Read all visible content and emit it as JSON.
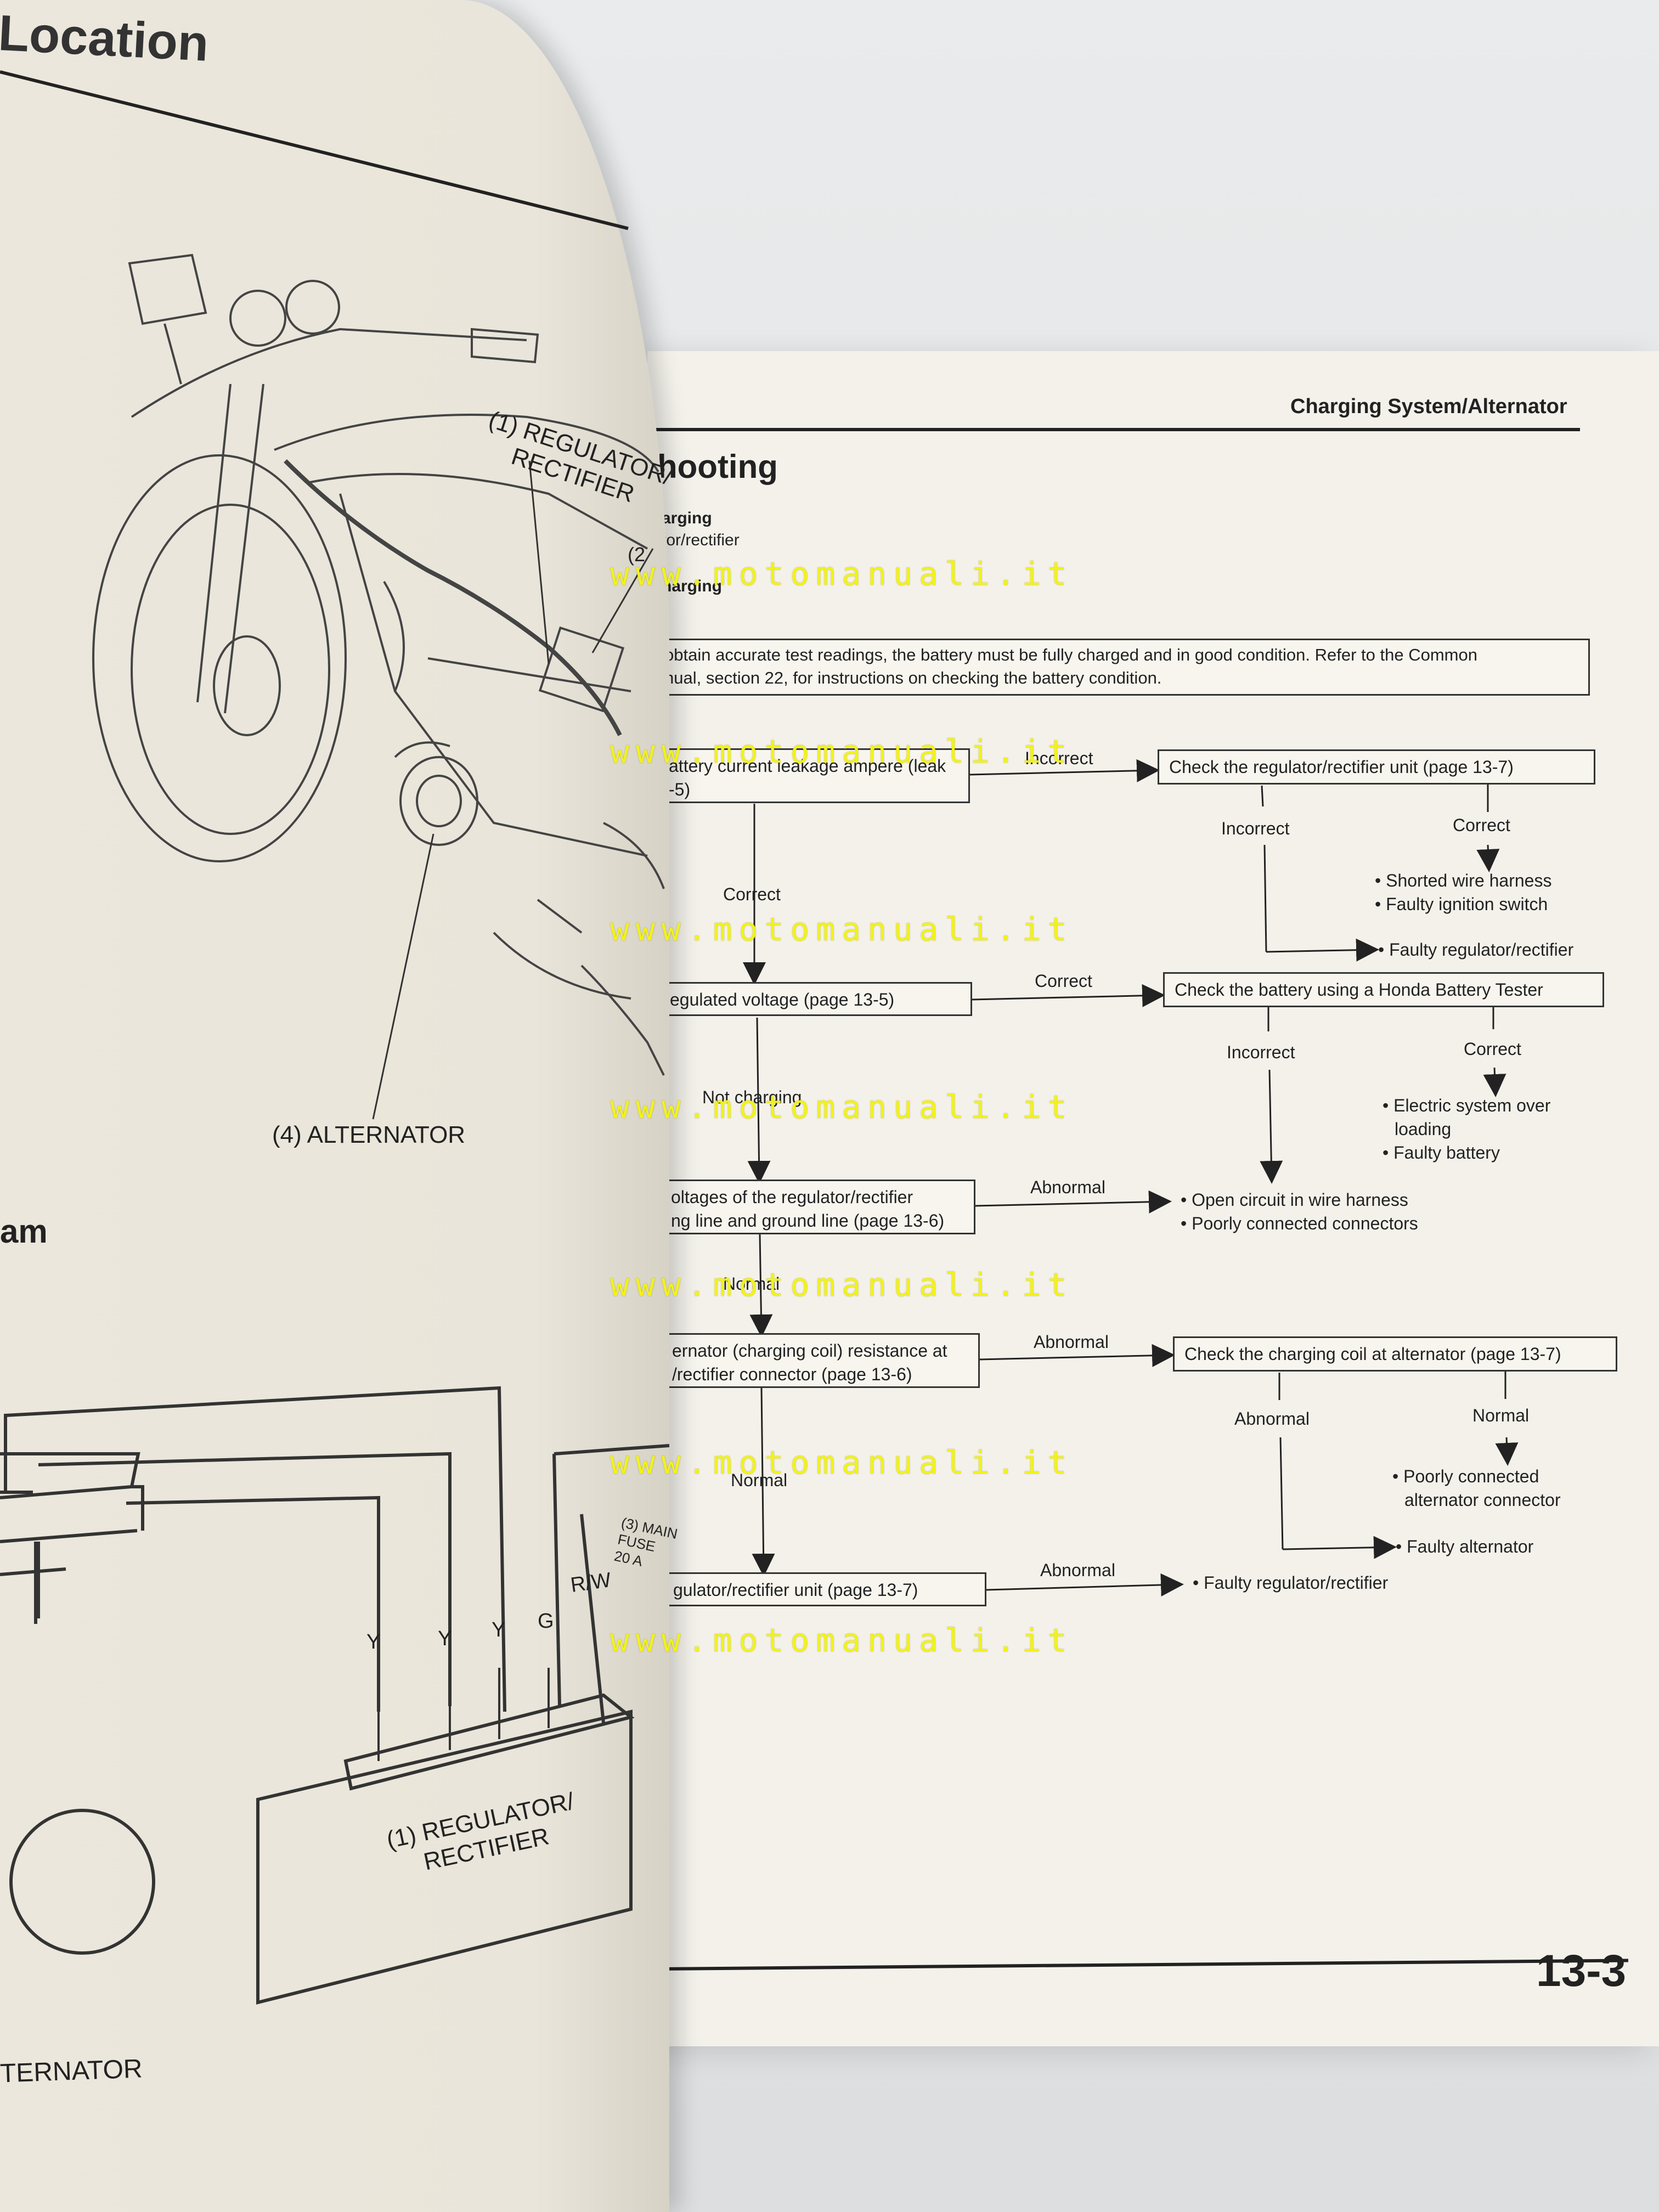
{
  "header": {
    "left_page_title": "Location",
    "right_page_header": "Charging System/Alternator",
    "section_title": "hooting",
    "subtitle_lines": [
      "arging",
      "tor/rectifier",
      "harging"
    ],
    "page_number": "13-3"
  },
  "left_page": {
    "callout_regulator": [
      "(1) REGULATOR/",
      "RECTIFIER"
    ],
    "callout_2": "(2",
    "callout_alternator": "(4) ALTERNATOR",
    "diagram_heading_fragment": "am",
    "wire_labels": [
      "Y",
      "Y",
      "Y",
      "G",
      "R/W"
    ],
    "fuse_label": [
      "(3) MAIN",
      "FUSE",
      "20 A"
    ],
    "diagram_box_label": [
      "(1) REGULATOR/",
      "RECTIFIER"
    ],
    "diagram_alternator_label": "TERNATOR"
  },
  "flowchart": {
    "note": [
      "obtain accurate test readings, the battery must be fully charged and in good condition. Refer to the Common",
      "nual, section 22, for instructions on checking the battery condition."
    ],
    "steps": [
      {
        "text": [
          "attery current leakage ampere (leak",
          "-5)"
        ]
      },
      {
        "text": [
          "egulated voltage (page 13-5)"
        ]
      },
      {
        "text": [
          "oltages  of  the  regulator/rectifier",
          "ng line and ground line (page 13-6)"
        ]
      },
      {
        "text": [
          "ernator (charging coil) resistance at",
          "/rectifier connector (page 13-6)"
        ]
      },
      {
        "text": [
          "gulator/rectifier unit (page 13-7)"
        ]
      }
    ],
    "down_labels": [
      "Correct",
      "Not charging",
      "Normal",
      "Normal"
    ],
    "branches": [
      {
        "label": "Incorrect",
        "box": "Check the regulator/rectifier unit (page 13-7)",
        "left_label": "Incorrect",
        "right_label": "Correct",
        "right_results": [
          "• Shorted wire harness",
          "• Faulty ignition switch"
        ],
        "left_result": "• Faulty regulator/rectifier"
      },
      {
        "label": "Correct",
        "box": "Check the battery using a Honda Battery Tester",
        "left_label": "Incorrect",
        "right_label": "Correct",
        "right_results": [
          "• Electric system over",
          "  loading",
          "• Faulty battery"
        ]
      },
      {
        "label": "Abnormal",
        "results": [
          "• Open circuit in wire harness",
          "• Poorly connected connectors"
        ]
      },
      {
        "label": "Abnormal",
        "box": "Check the charging coil at alternator (page 13-7)",
        "left_label": "Abnormal",
        "right_label": "Normal",
        "right_results": [
          "• Poorly connected",
          "  alternator connector"
        ],
        "left_result": "• Faulty alternator"
      },
      {
        "label": "Abnormal",
        "result": "• Faulty regulator/rectifier"
      }
    ]
  },
  "watermark": "www.motomanuali.it",
  "colors": {
    "paper": "#f3f1ea",
    "ink": "#222222",
    "watermark": "#f2f21a"
  }
}
